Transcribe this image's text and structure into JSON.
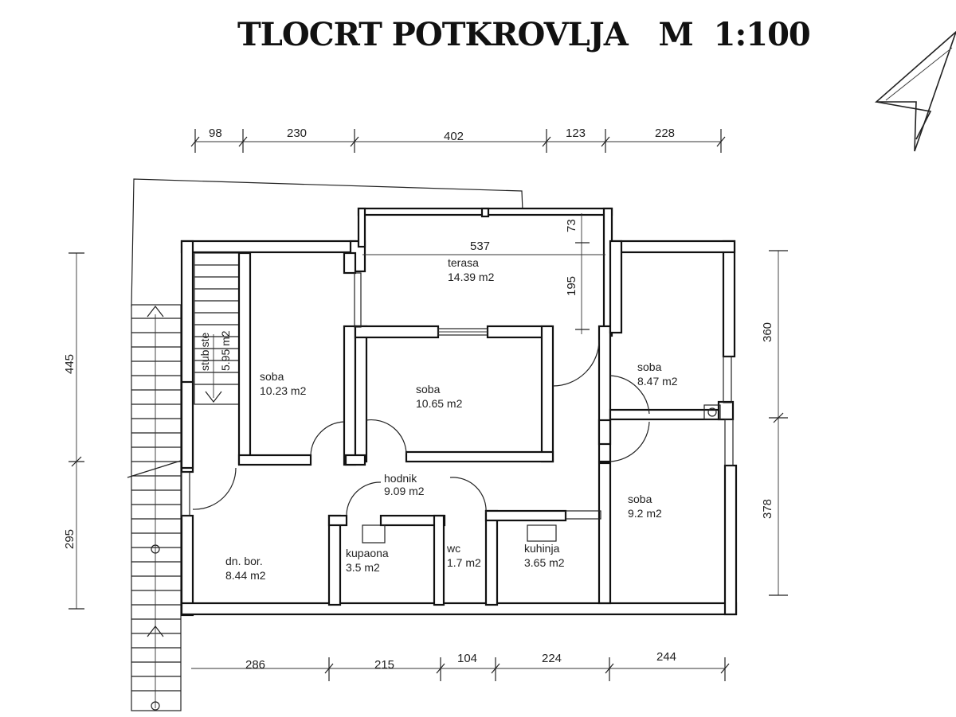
{
  "title": "TLOCRT POTKROVLJA   M  1:100",
  "dimensions": {
    "top": [
      "98",
      "230",
      "402",
      "123",
      "228"
    ],
    "bottom": [
      "286",
      "215",
      "104",
      "224",
      "244"
    ],
    "left": [
      "445",
      "295"
    ],
    "right": [
      "360",
      "378"
    ],
    "terrace_width": "537",
    "terrace_depth_a": "73",
    "terrace_depth_b": "195"
  },
  "rooms": {
    "terasa": {
      "name": "terasa",
      "area": "14.39 m2"
    },
    "soba1": {
      "name": "soba",
      "area": "10.23 m2"
    },
    "soba2": {
      "name": "soba",
      "area": "10.65 m2"
    },
    "soba3": {
      "name": "soba",
      "area": "8.47 m2"
    },
    "soba4": {
      "name": "soba",
      "area": "9.2 m2"
    },
    "stubiste": {
      "name": "stubiste",
      "area": "5.95 m2"
    },
    "hodnik": {
      "name": "hodnik",
      "area": "9.09 m2"
    },
    "dnbor": {
      "name": "dn. bor.",
      "area": "8.44 m2"
    },
    "kupaona": {
      "name": "kupaona",
      "area": "3.5 m2"
    },
    "wc": {
      "name": "wc",
      "area": "1.7 m2"
    },
    "kuhinja": {
      "name": "kuhinja",
      "area": "3.65 m2"
    }
  }
}
